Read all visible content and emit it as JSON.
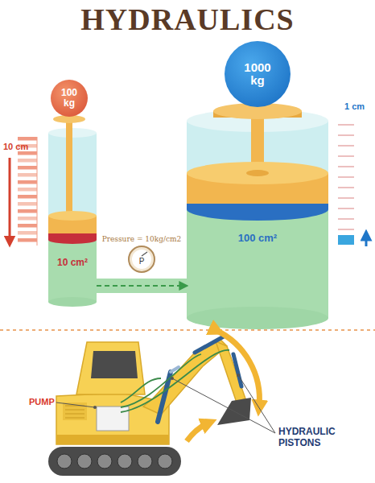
{
  "diagram": {
    "title": "HYDRAULICS",
    "nodes": [
      {
        "text": [
          "100 kg"
        ]
      },
      {
        "text": [
          "1000 kg"
        ]
      },
      {
        "text": [
          "10 cm²"
        ]
      },
      {
        "text": [
          "Pressure = 10kg/cm2",
          "P"
        ]
      },
      {
        "text": [
          "100 cm²"
        ]
      }
    ],
    "edges": [
      {
        "from": 2,
        "to": 4,
        "arrow": "to"
      }
    ],
    "labels": [
      "10 cm",
      "1 cm",
      "PUMP",
      "HYDRAULIC PISTONS"
    ]
  }
}
